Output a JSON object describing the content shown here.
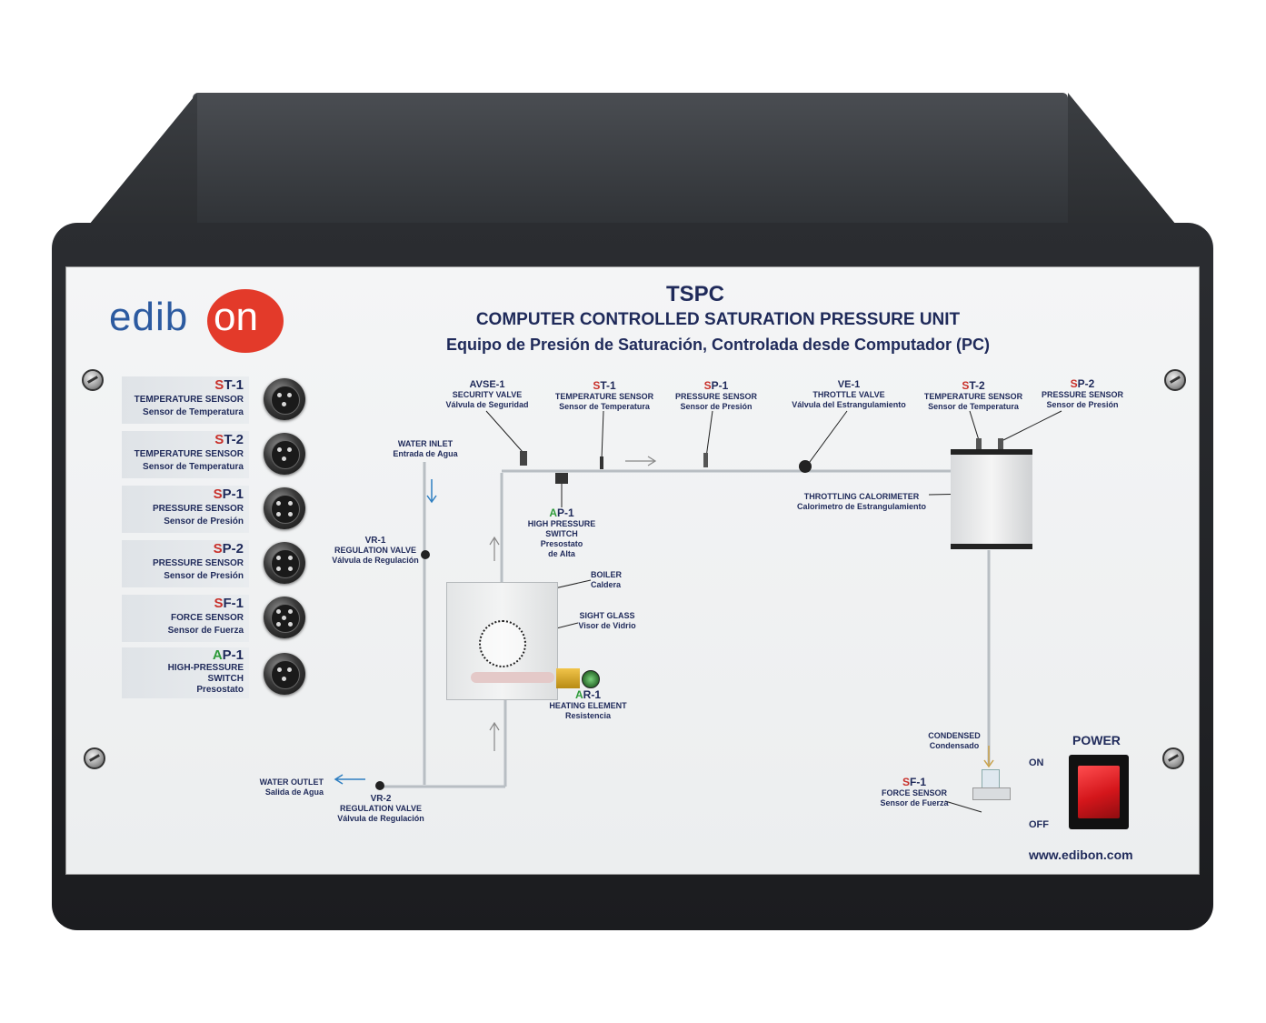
{
  "panel": {
    "model": "TSPC",
    "title_en": "COMPUTER CONTROLLED SATURATION PRESSURE UNIT",
    "title_es": "Equipo de Presión de Saturación, Controlada desde Computador (PC)",
    "website": "www.edibon.com",
    "brand_logo": "edibon"
  },
  "side_sensors": [
    {
      "code_first": "S",
      "code_rest": "T-1",
      "line1": "TEMPERATURE SENSOR",
      "line2": "Sensor de Temperatura",
      "pins": 3,
      "color": "#c8302a"
    },
    {
      "code_first": "S",
      "code_rest": "T-2",
      "line1": "TEMPERATURE SENSOR",
      "line2": "Sensor de Temperatura",
      "pins": 3,
      "color": "#c8302a"
    },
    {
      "code_first": "S",
      "code_rest": "P-1",
      "line1": "PRESSURE SENSOR",
      "line2": "Sensor de Presión",
      "pins": 4,
      "color": "#c8302a"
    },
    {
      "code_first": "S",
      "code_rest": "P-2",
      "line1": "PRESSURE SENSOR",
      "line2": "Sensor de Presión",
      "pins": 4,
      "color": "#c8302a"
    },
    {
      "code_first": "S",
      "code_rest": "F-1",
      "line1": "FORCE SENSOR",
      "line2": "Sensor de Fuerza",
      "pins": 5,
      "color": "#c8302a"
    },
    {
      "code_first": "A",
      "code_rest": "P-1",
      "line1": "HIGH-PRESSURE",
      "line1b": "SWITCH",
      "line2": "Presostato",
      "pins": 3,
      "color": "#2e9b3a"
    }
  ],
  "diagram": {
    "avse1": {
      "code": "AVSE-1",
      "line1": "SECURITY VALVE",
      "line2": "Válvula de Seguridad"
    },
    "st1": {
      "code_first": "S",
      "code_rest": "T-1",
      "line1": "TEMPERATURE SENSOR",
      "line2": "Sensor de Temperatura"
    },
    "sp1": {
      "code_first": "S",
      "code_rest": "P-1",
      "line1": "PRESSURE SENSOR",
      "line2": "Sensor de Presión"
    },
    "ve1": {
      "code": "VE-1",
      "line1": "THROTTLE VALVE",
      "line2": "Válvula del Estrangulamiento"
    },
    "st2": {
      "code_first": "S",
      "code_rest": "T-2",
      "line1": "TEMPERATURE SENSOR",
      "line2": "Sensor de Temperatura"
    },
    "sp2": {
      "code_first": "S",
      "code_rest": "P-2",
      "line1": "PRESSURE SENSOR",
      "line2": "Sensor de Presión"
    },
    "water_inlet": {
      "line1": "WATER INLET",
      "line2": "Entrada de Agua"
    },
    "ap1": {
      "code_first": "A",
      "code_rest": "P-1",
      "line1": "HIGH PRESSURE",
      "line1b": "SWITCH",
      "line2": "Presostato",
      "line2b": "de Alta"
    },
    "calorimeter": {
      "line1": "THROTTLING CALORIMETER",
      "line2": "Calorimetro de Estrangulamiento"
    },
    "vr1": {
      "code": "VR-1",
      "line1": "REGULATION VALVE",
      "line2": "Válvula de Regulación"
    },
    "boiler": {
      "line1": "BOILER",
      "line2": "Caldera"
    },
    "sight_glass": {
      "line1": "SIGHT GLASS",
      "line2": "Visor de Vidrio"
    },
    "ar1": {
      "code_first": "A",
      "code_rest": "R-1",
      "line1": "HEATING ELEMENT",
      "line2": "Resistencia"
    },
    "water_outlet": {
      "line1": "WATER OUTLET",
      "line2": "Salida de Agua"
    },
    "vr2": {
      "code": "VR-2",
      "line1": "REGULATION VALVE",
      "line2": "Válvula de Regulación"
    },
    "condensed": {
      "line1": "CONDENSED",
      "line2": "Condensado"
    },
    "sf1": {
      "code_first": "S",
      "code_rest": "F-1",
      "line1": "FORCE SENSOR",
      "line2": "Sensor de Fuerza"
    }
  },
  "power": {
    "label": "POWER",
    "on": "ON",
    "off": "OFF",
    "switch_color": "#d4161b"
  }
}
